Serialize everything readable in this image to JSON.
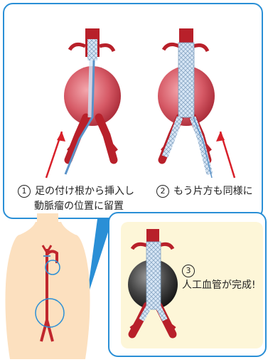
{
  "steps": [
    {
      "number": "1",
      "line1": "足の付け根から挿入し",
      "line2": "動脈瘤の位置に留置"
    },
    {
      "number": "2",
      "line1": "もう片方も同様に"
    },
    {
      "number": "3",
      "line1": "人工血管が完成!"
    }
  ],
  "colors": {
    "border": "#2a8fd6",
    "artery": "#b8202a",
    "aneurysm": "#d65a66",
    "arrow": "#d8202a",
    "stent": "#cfe2f4",
    "body": "#fce0bf",
    "completed_sac": "#333333"
  }
}
